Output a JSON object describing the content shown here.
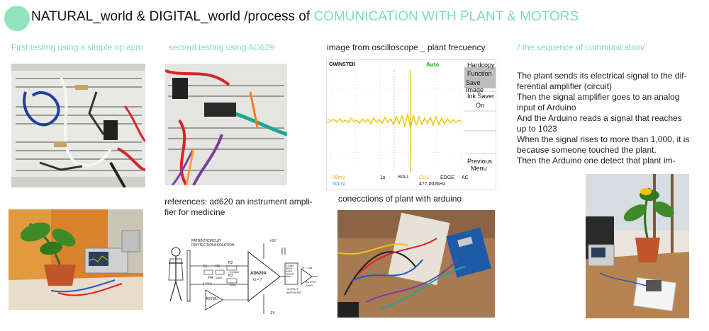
{
  "header": {
    "title_prefix": "NATURAL_world & DIGITAL_world /process of ",
    "title_accent": "COMUNICATION WITH PLANT & MOTORS"
  },
  "captions": {
    "first_testing": "First testing using a simple op apm",
    "second_testing": "second testing using AD629",
    "oscilloscope": "image from oscilloscope _ plant frecuency",
    "sequence": "/ the sequence of communication/",
    "references_line1": "references: ad620 an instrument ampli-",
    "references_line2": "fier for medicine",
    "connections": "conecctions of plant with arduino"
  },
  "sequence_text": [
    "The plant sends its electrical signal to the dif-",
    "ferential amplifier (circuit)",
    "Then the signal amplifier goes to an analog",
    "input of Arduino",
    "And the Arduino reads a signal that reaches",
    "up to 1023",
    "When the signal rises to more than 1,000, it is",
    "because someone touched the plant.",
    "Then the Arduino one detect that plant im-"
  ],
  "oscilloscope": {
    "brand": "GWINSTEK",
    "mode": "Auto",
    "menu_title": "Hardcopy",
    "menu_function": "Function",
    "menu_save": "Save Image",
    "menu_inksaver": "Ink Saver",
    "menu_on": "On",
    "menu_previous": "Previous",
    "menu_menu": "Menu",
    "ch1_scale": "20mV",
    "ch2_scale": "50mV",
    "timebase": "1s",
    "roll": "ROLL",
    "ch_label": "CH1",
    "trigger": "EDGE",
    "coupling": "AC",
    "frequency": "477.002kHz",
    "marker": "2"
  },
  "diagram": {
    "patient_label1": "PATIENT/CIRCUIT",
    "patient_label2": "PROTECTION/ISOLATION",
    "chip_main": "AD620A",
    "chip_gain": "G = 7",
    "chip_buffer": "AD705J",
    "filter1": "0.03Hz",
    "filter2": "HIGH-",
    "filter3": "PASS",
    "filter4": "FILTER",
    "output_amp1": "OUTPUT",
    "output_amp2": "AMPLIFIER",
    "output1": "OUTPUT",
    "output2": "1V/mV",
    "g_label": "G = 143",
    "c1": "C1",
    "r1": "R1",
    "r2": "R2",
    "r3": "R3",
    "r4": "R4",
    "vplus": "+3V",
    "vminus": "-3V",
    "v1": "10kΩ",
    "v2": "24.9kΩ",
    "v3": "1MΩ",
    "v4": "8.25kΩ"
  },
  "colors": {
    "accent": "#7fdcb8",
    "trace": "#f2c200"
  }
}
